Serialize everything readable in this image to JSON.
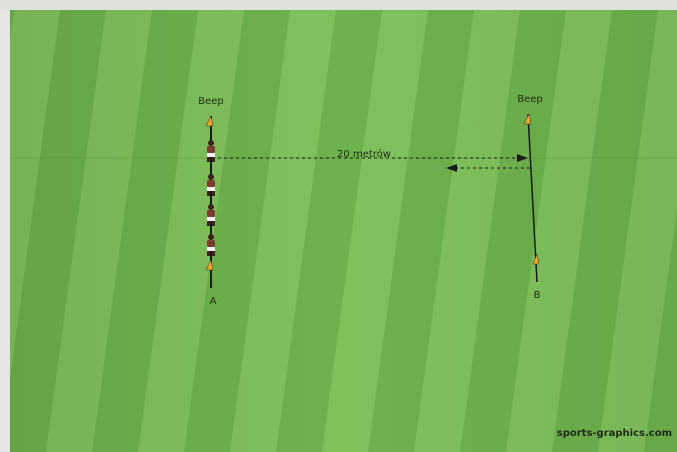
{
  "colors": {
    "grass_light": "#7fc25c",
    "grass_dark": "#5fa640",
    "line": "#1a1a1a",
    "cone": "#f0a52a",
    "player_shirt": "#7a3f2c",
    "player_shorts": "#f2f2f2"
  },
  "line_a": {
    "top_label": "Beep",
    "bottom_label": "A",
    "players": 4,
    "cones": 2
  },
  "line_b": {
    "top_label": "Beep",
    "bottom_label": "B",
    "cones": 2
  },
  "distance_label": "20 metrów",
  "watermark": "sports-graphics.com"
}
